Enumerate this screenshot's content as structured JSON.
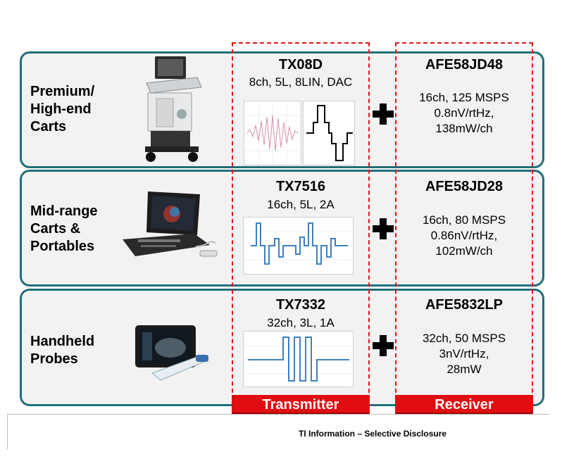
{
  "rows": [
    {
      "segment": [
        "Premium/",
        "High-end",
        "Carts"
      ],
      "transmitter": {
        "part": "TX08D",
        "spec": "8ch, 5L, 8LIN, DAC"
      },
      "receiver": {
        "part": "AFE58JD48",
        "spec": [
          "16ch, 125 MSPS",
          "0.8nV/rtHz,",
          "138mW/ch"
        ]
      }
    },
    {
      "segment": [
        "Mid-range",
        "Carts &",
        "Portables"
      ],
      "transmitter": {
        "part": "TX7516",
        "spec": "16ch, 5L, 2A"
      },
      "receiver": {
        "part": "AFE58JD28",
        "spec": [
          "16ch, 80 MSPS",
          "0.86nV/rtHz,",
          "102mW/ch"
        ]
      }
    },
    {
      "segment": [
        "Handheld",
        "Probes"
      ],
      "transmitter": {
        "part": "TX7332",
        "spec": "32ch, 3L, 1A"
      },
      "receiver": {
        "part": "AFE5832LP",
        "spec": [
          "32ch, 50 MSPS",
          "3nV/rtHz,",
          "28mW"
        ]
      }
    }
  ],
  "columns": {
    "transmitter": "Transmitter",
    "receiver": "Receiver"
  },
  "footer": "TI Information – Selective Disclosure",
  "colors": {
    "accent": "#1f6f79",
    "highlight": "#e3161b",
    "waveform_blue": "#3f7fbf",
    "waveform_pink": "#d98fb0"
  },
  "icons": [
    "premium-cart-ultrasound-image",
    "laptop-ultrasound-image",
    "tablet-probe-ultrasound-image",
    "plus-icon"
  ]
}
